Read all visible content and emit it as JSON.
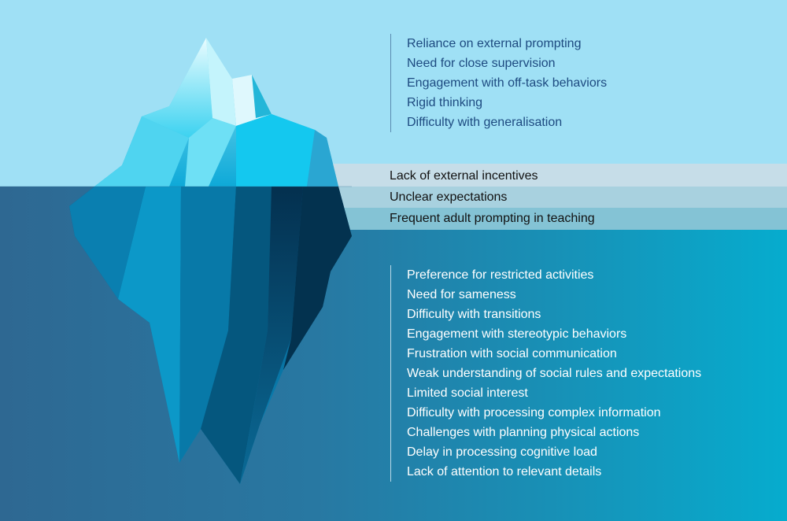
{
  "above_water": {
    "items": [
      "Reliance on external prompting",
      "Need for close supervision",
      "Engagement with off-task behaviors",
      "Rigid thinking",
      "Difficulty with generalisation"
    ]
  },
  "waterline": {
    "items": [
      "Lack of external incentives",
      "Unclear expectations",
      "Frequent adult prompting in teaching"
    ]
  },
  "below_water": {
    "items": [
      "Preference for restricted activities",
      "Need for sameness",
      "Difficulty with transitions",
      "Engagement with stereotypic behaviors",
      "Frustration with social communication",
      "Weak understanding of social rules and expectations",
      "Limited social interest",
      "Difficulty with processing complex information",
      "Challenges with planning physical actions",
      "Delay in processing cognitive load",
      "Lack of attention to relevant details"
    ]
  },
  "colors": {
    "sky": "#9fe0f5",
    "water_left": "#2e6892",
    "water_right": "#06acce",
    "top_text": "#1d4a80"
  }
}
